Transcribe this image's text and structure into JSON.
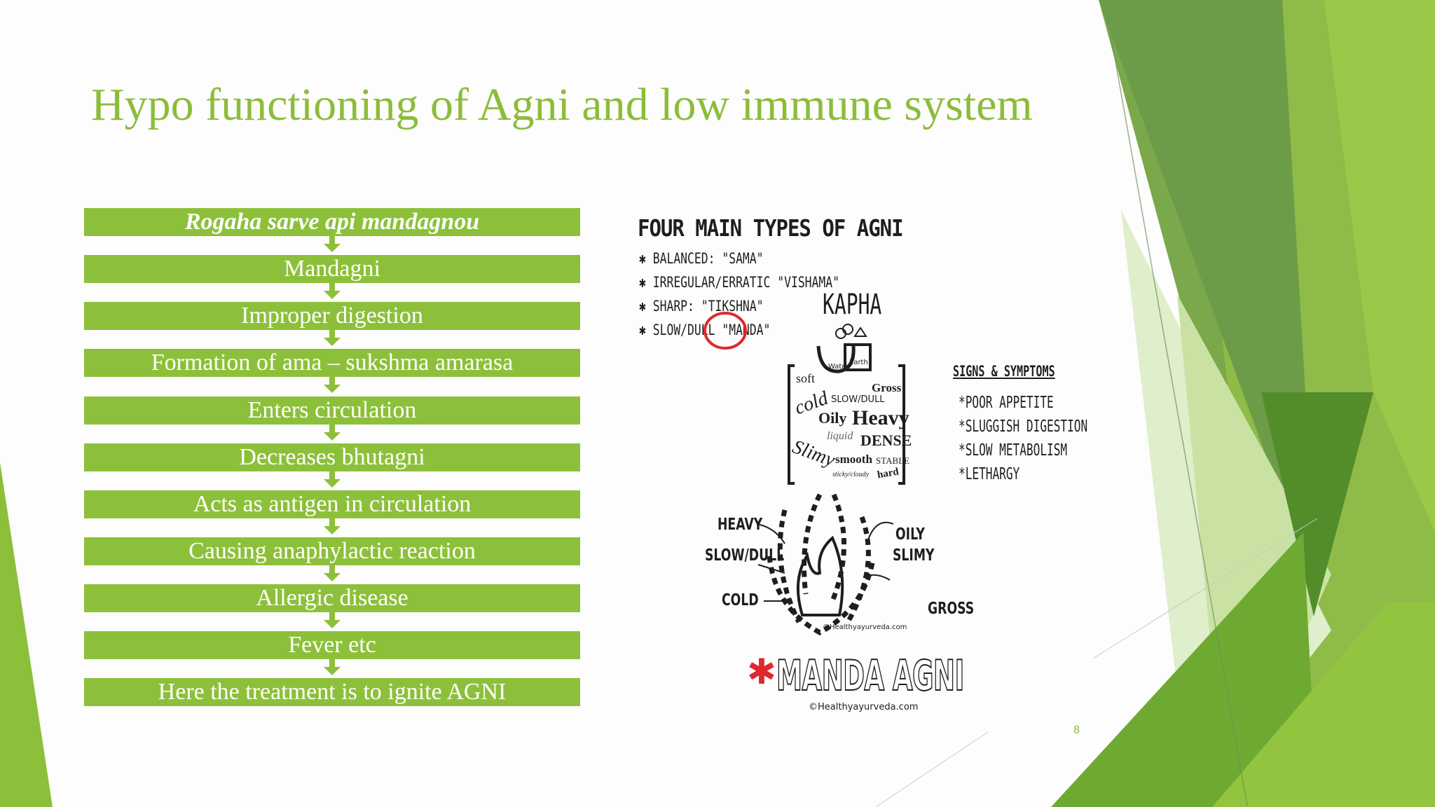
{
  "slide": {
    "title": "Hypo functioning of Agni and  low immune system",
    "page_number": "8"
  },
  "flowchart": {
    "steps": [
      "Rogaha sarve api mandagnou",
      "Mandagni",
      "Improper digestion",
      "Formation of ama – sukshma amarasa",
      "Enters circulation",
      "Decreases bhutagni",
      "Acts as antigen in circulation",
      "Causing anaphylactic reaction",
      "Allergic disease",
      "Fever etc",
      "Here the treatment is to ignite AGNI"
    ]
  },
  "sketch": {
    "title": "FOUR MAIN TYPES OF AGNI",
    "types": [
      "BALANCED: \"SAMA\"",
      "IRREGULAR/ERRATIC \"VISHAMA\"",
      "SHARP: \"TIKSHNA\"",
      "SLOW/DULL \"MANDA\""
    ],
    "dosha": "KAPHA",
    "elements": [
      "Water",
      "Earth"
    ],
    "qualities": {
      "soft": "soft",
      "gross": "Gross",
      "cold": "cold",
      "slow_dull": "SLOW/DULL",
      "oily": "Oily",
      "heavy": "Heavy",
      "liquid": "liquid",
      "dense": "DENSE",
      "slimy": "Slimy",
      "smooth": "smooth",
      "sticky": "sticky/cloudy",
      "stable": "STABLE",
      "hard": "hard"
    },
    "signs_title": "SIGNS & SYMPTOMS",
    "signs": [
      "*POOR APPETITE",
      "*SLUGGISH DIGESTION",
      "*SLOW METABOLISM",
      "*LETHARGY"
    ],
    "arrow_labels": {
      "heavy": "HEAVY",
      "slow_dull": "SLOW/DULL",
      "cold": "COLD",
      "oily": "OILY",
      "slimy": "SLIMY",
      "gross": "GROSS"
    },
    "banner": "MANDA AGNI",
    "copyright": "©Healthyayurveda.com"
  },
  "colors": {
    "accent": "#8dc03a",
    "title": "#8cbd3a",
    "highlight_circle": "#e0282e"
  }
}
